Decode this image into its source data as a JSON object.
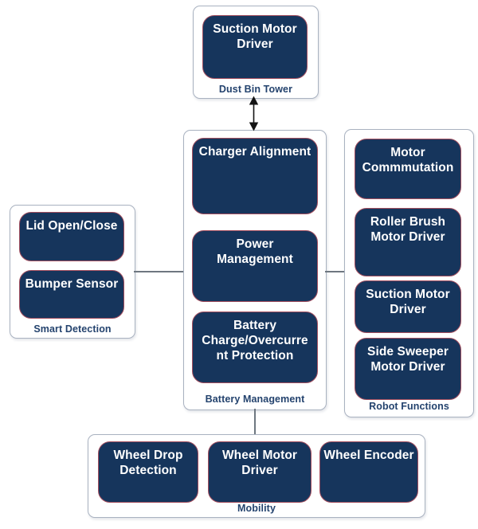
{
  "diagram": {
    "title": "",
    "colors": {
      "block_fill": "#16355c",
      "block_border": "#a34e5e",
      "block_text": "#ffffff",
      "container_border": "#a9b2c0",
      "label_text": "#24436e",
      "connector": "#6e7780",
      "arrow": "#141414"
    },
    "containers": [
      {
        "name": "dust_bin_tower",
        "label": "Dust Bin Tower",
        "blocks": [
          {
            "text": "Suction Motor\nDriver"
          }
        ]
      },
      {
        "name": "battery_management",
        "label": "Battery Management",
        "blocks": [
          {
            "text": "Charger Alignment"
          },
          {
            "text": "Power\nManagement"
          },
          {
            "text": "Battery\nCharge/Overcurre\nnt Protection"
          }
        ]
      },
      {
        "name": "smart_detection",
        "label": "Smart Detection",
        "blocks": [
          {
            "text": "Lid Open/Close"
          },
          {
            "text": "Bumper Sensor"
          }
        ]
      },
      {
        "name": "robot_functions",
        "label": "Robot Functions",
        "blocks": [
          {
            "text": "Motor\nCommmutation"
          },
          {
            "text": "Roller Brush\nMotor Driver"
          },
          {
            "text": "Suction Motor\nDriver"
          },
          {
            "text": "Side Sweeper\nMotor Driver"
          }
        ]
      },
      {
        "name": "mobility",
        "label": "Mobility",
        "blocks": [
          {
            "text": "Wheel Drop\nDetection"
          },
          {
            "text": "Wheel Motor\nDriver"
          },
          {
            "text": "Wheel Encoder"
          }
        ]
      }
    ],
    "connections": [
      {
        "from": "dust_bin_tower",
        "to": "battery_management",
        "style": "double-arrow"
      },
      {
        "from": "smart_detection",
        "to": "battery_management",
        "style": "line"
      },
      {
        "from": "battery_management",
        "to": "robot_functions",
        "style": "line"
      },
      {
        "from": "battery_management",
        "to": "mobility",
        "style": "line"
      }
    ]
  }
}
